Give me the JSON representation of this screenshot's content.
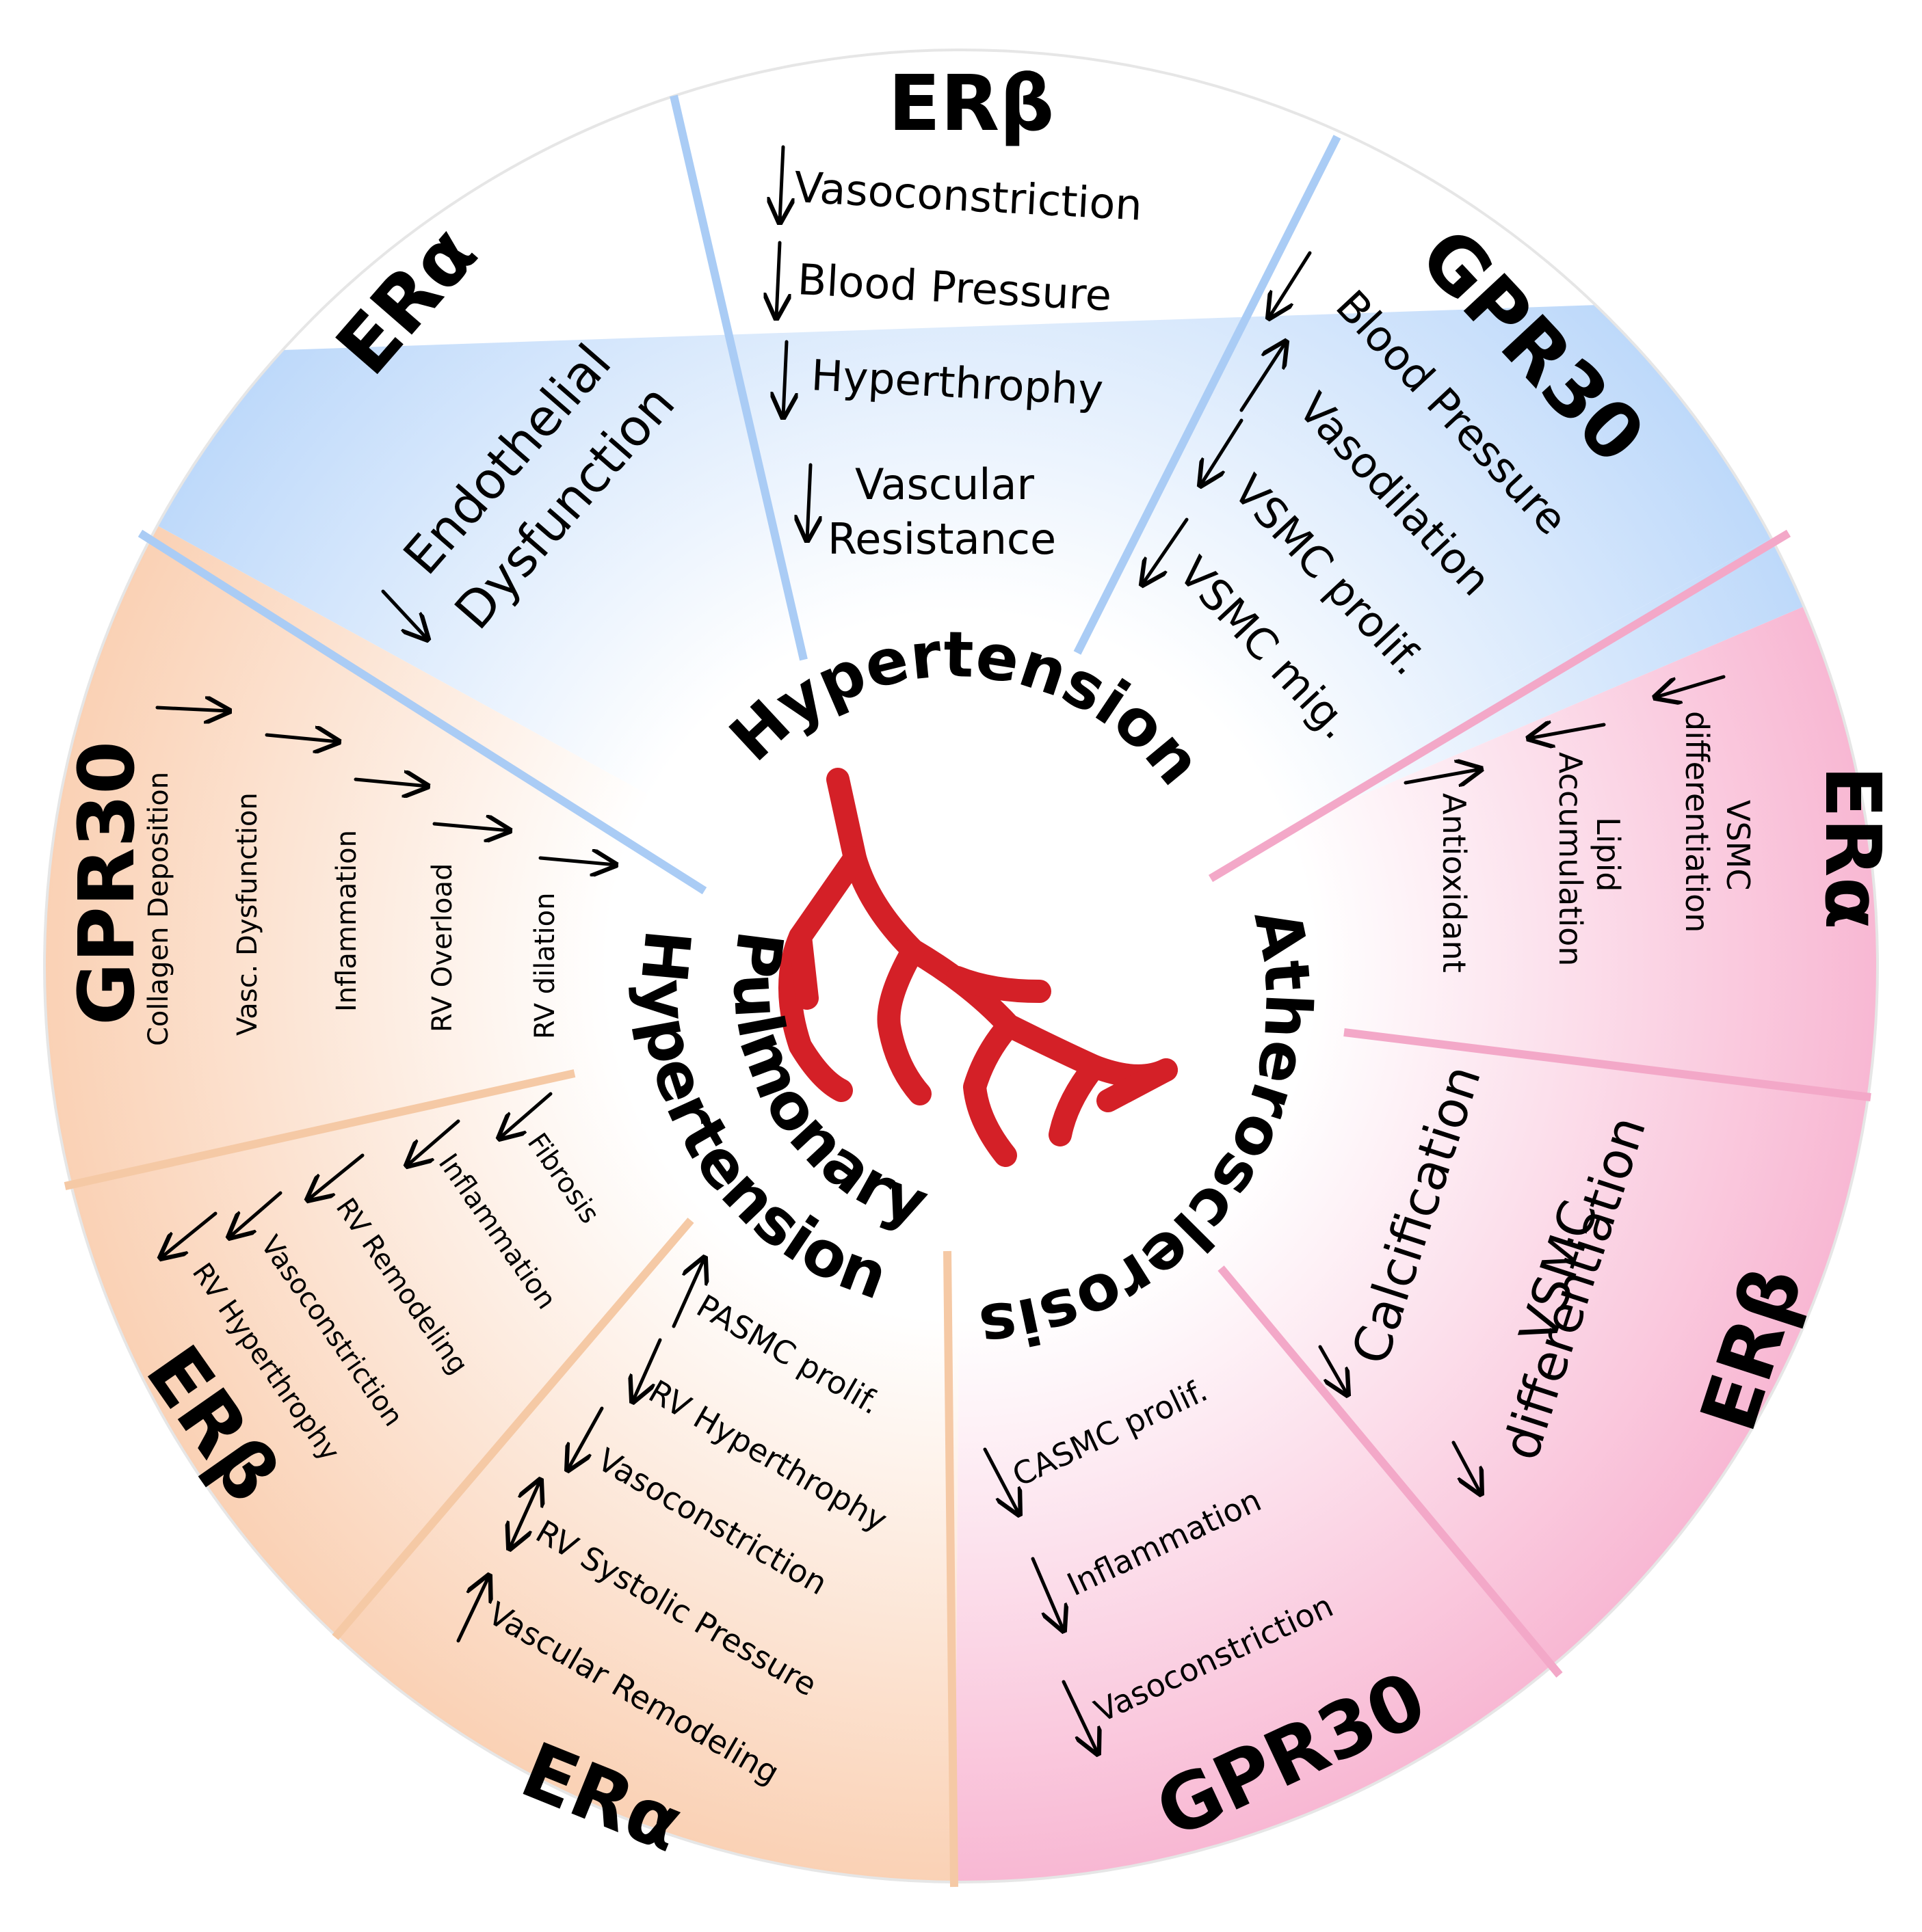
{
  "diseases": {
    "hypertension": "Hypertension",
    "atherosclerosis": "Atherosclerosis",
    "pulmonary": "Pulmonary",
    "pulmonary_hypertension": "Hypertension"
  },
  "colors": {
    "hypertension": "#bcd8fa",
    "atherosclerosis": "#f8b6d2",
    "pulmonary_hypertension": "#fad0b3",
    "vessel": "#d42027"
  },
  "segments": {
    "hyp_er_alpha": {
      "receptor": "ERα",
      "effects": [
        {
          "label": "Endothelial",
          "arrow": "down"
        },
        {
          "label": "Dysfunction",
          "arrow": ""
        }
      ]
    },
    "hyp_er_beta": {
      "receptor": "ERβ",
      "effects": [
        {
          "label": "Vasoconstriction",
          "arrow": "down"
        },
        {
          "label": "Blood Pressure",
          "arrow": "down"
        },
        {
          "label": "Hyperthrophy",
          "arrow": "down"
        },
        {
          "label": "Vascular",
          "arrow": "down"
        },
        {
          "label": "Resistance",
          "arrow": ""
        }
      ]
    },
    "hyp_gpr30": {
      "receptor": "GPR30",
      "effects": [
        {
          "label": "Blood Pressure",
          "arrow": "down"
        },
        {
          "label": "Vasodilation",
          "arrow": "up"
        },
        {
          "label": "VSMC prolif.",
          "arrow": "down"
        },
        {
          "label": "VSMC mig.",
          "arrow": "down"
        }
      ]
    },
    "ath_er_alpha": {
      "receptor": "ERα",
      "effects": [
        {
          "label": "VSMC",
          "arrow": "down"
        },
        {
          "label": "differentiation",
          "arrow": ""
        },
        {
          "label": "Lipid",
          "arrow": "down"
        },
        {
          "label": "Accumulation",
          "arrow": ""
        },
        {
          "label": "Antioxidant",
          "arrow": "up"
        }
      ]
    },
    "ath_er_beta": {
      "receptor": "ERβ",
      "effects": [
        {
          "label": "Calcification",
          "arrow": "down"
        },
        {
          "label": "VSMC",
          "arrow": "down"
        },
        {
          "label": "differentiation",
          "arrow": ""
        }
      ]
    },
    "ath_gpr30": {
      "receptor": "GPR30",
      "effects": [
        {
          "label": "CASMC prolif.",
          "arrow": "down"
        },
        {
          "label": "Inflammation",
          "arrow": "down"
        },
        {
          "label": "Vasoconstriction",
          "arrow": "down"
        }
      ]
    },
    "ph_er_alpha": {
      "receptor": "ERα",
      "effects": [
        {
          "label": "PASMC prolif.",
          "arrow": "up"
        },
        {
          "label": "RV Hyperthrophy",
          "arrow": "down"
        },
        {
          "label": "Vasoconstriction",
          "arrow": "down"
        },
        {
          "label": "RV Systolic Pressure",
          "arrow": "updown"
        },
        {
          "label": "Vascular Remodeling",
          "arrow": "up"
        }
      ]
    },
    "ph_er_beta": {
      "receptor": "ERβ",
      "effects": [
        {
          "label": "Fibrosis",
          "arrow": "down"
        },
        {
          "label": "Inflammation",
          "arrow": "down"
        },
        {
          "label": "RV Remodeling",
          "arrow": "down"
        },
        {
          "label": "Vasoconstriction",
          "arrow": "down"
        },
        {
          "label": "RV Hyperthrophy",
          "arrow": "down"
        }
      ]
    },
    "ph_gpr30": {
      "receptor": "GPR30",
      "effects": [
        {
          "label": "Collagen Deposition",
          "arrow": "right"
        },
        {
          "label": "Vasc. Dysfunction",
          "arrow": "right"
        },
        {
          "label": "Inflammation",
          "arrow": "right"
        },
        {
          "label": "RV Overload",
          "arrow": "right"
        },
        {
          "label": "RV dilation",
          "arrow": "right"
        }
      ]
    }
  }
}
